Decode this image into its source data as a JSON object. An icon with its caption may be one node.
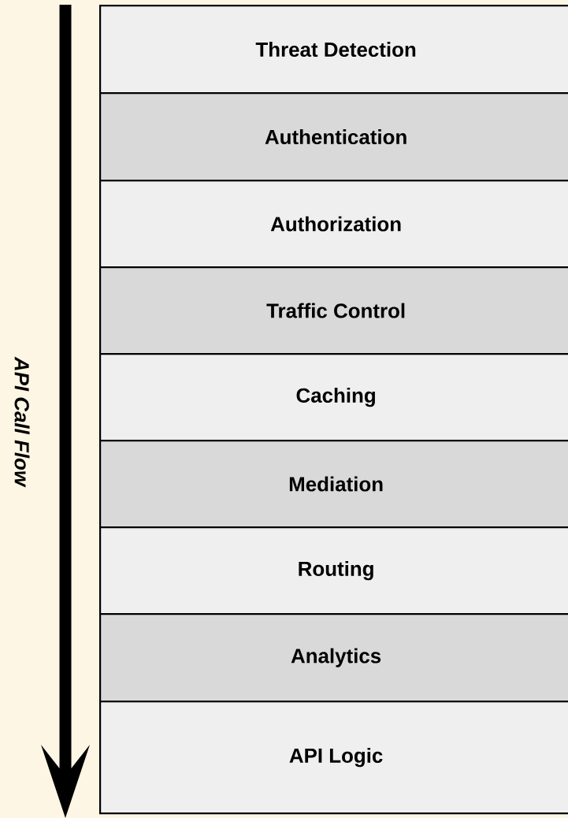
{
  "diagram": {
    "nodes": [
      {
        "text": [
          "Threat Detection"
        ]
      },
      {
        "text": [
          "Authentication"
        ]
      },
      {
        "text": [
          "Authorization"
        ]
      },
      {
        "text": [
          "Traffic Control"
        ]
      },
      {
        "text": [
          "Caching"
        ]
      },
      {
        "text": [
          "Mediation"
        ]
      },
      {
        "text": [
          "Routing"
        ]
      },
      {
        "text": [
          "Analytics"
        ]
      },
      {
        "text": [
          "API Logic"
        ]
      }
    ],
    "labels": [
      "API Call Flow"
    ]
  }
}
